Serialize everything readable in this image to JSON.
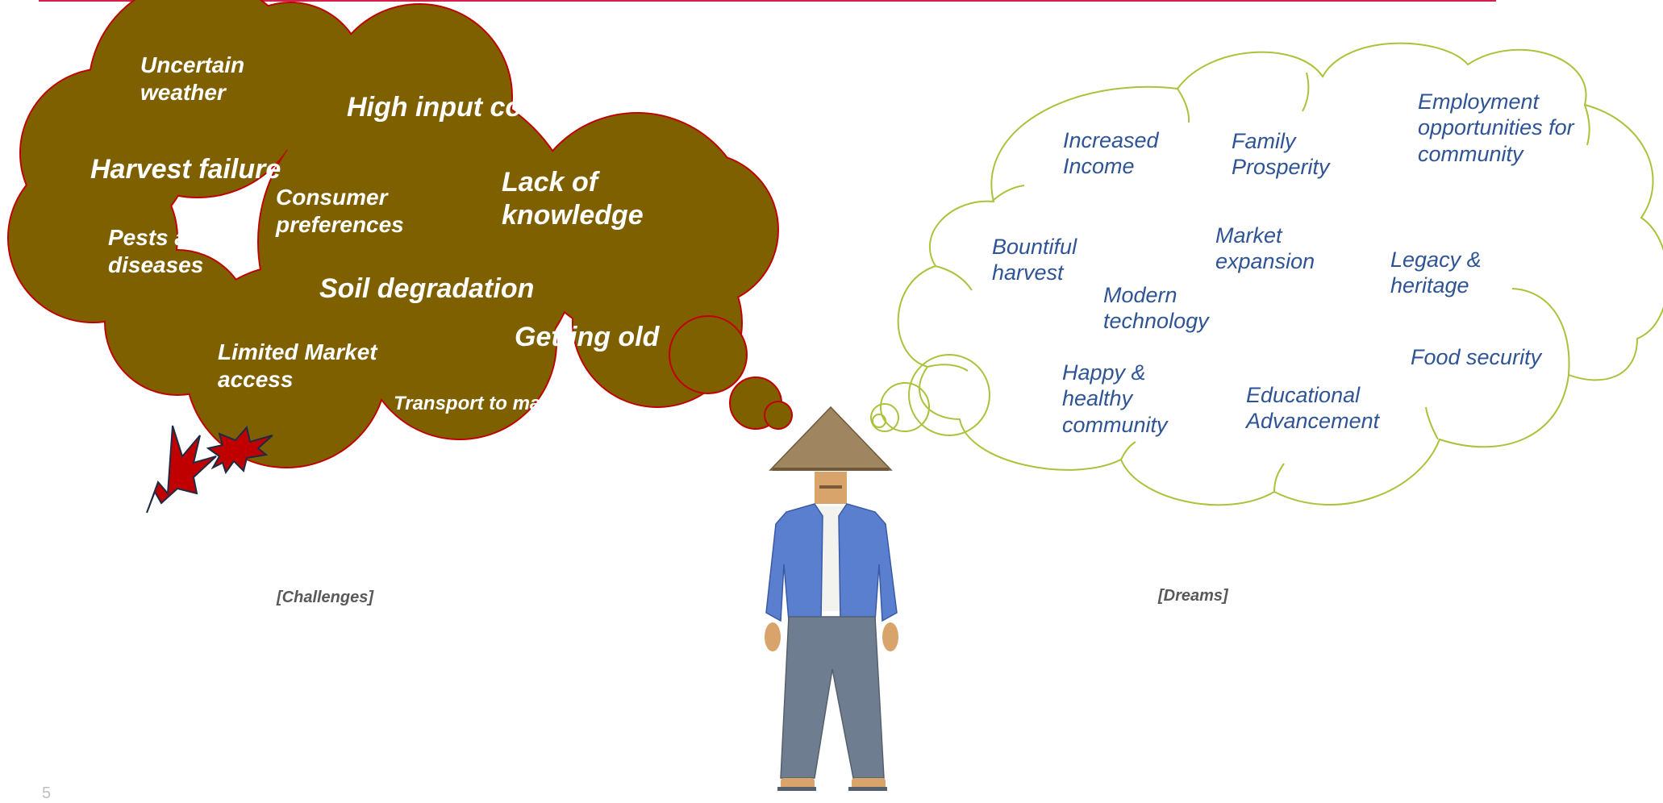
{
  "slide": {
    "page_number": "5"
  },
  "challenges": {
    "caption": "[Challenges]",
    "cloud_color": "#7f6000",
    "outline_color": "#c00000",
    "items": [
      "Uncertain weather",
      "High input costs",
      "Harvest failure",
      "Consumer preferences",
      "Lack of knowledge",
      "Pests and diseases",
      "Soil degradation",
      "Getting old",
      "Limited Market access",
      "Transport to market"
    ]
  },
  "dreams": {
    "caption": "[Dreams]",
    "outline_color": "#a9c33b",
    "text_color": "#2f5496",
    "items": [
      "Increased Income",
      "Family Prosperity",
      "Employment opportunities for community",
      "Bountiful harvest",
      "Market expansion",
      "Legacy & heritage",
      "Modern technology",
      "Happy & healthy community",
      "Food security",
      "Educational Advancement"
    ]
  },
  "farmer": {
    "hat_color": "#a08660",
    "jacket_color": "#5b7fcf",
    "pants_color": "#6e7d8f",
    "skin_color": "#d9a46b"
  },
  "accent_line_color": "#d5204a",
  "burst_color": "#c00000"
}
